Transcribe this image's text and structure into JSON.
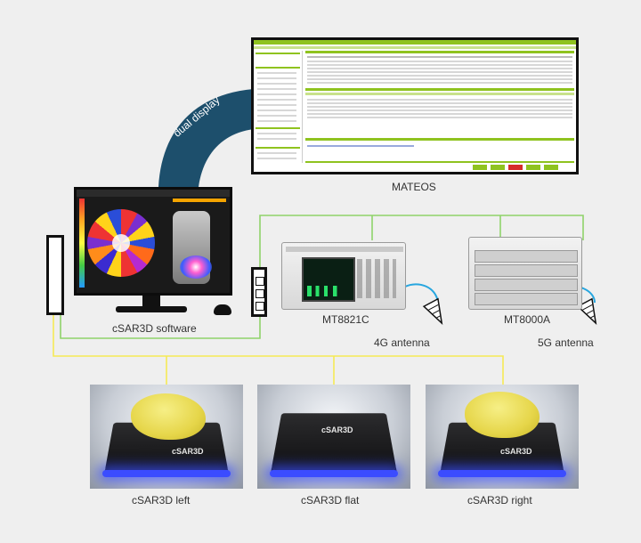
{
  "mateos": {
    "label": "MATEOS"
  },
  "dual_display": {
    "label": "dual display"
  },
  "software": {
    "label": "cSAR3D software"
  },
  "instrument_4g": {
    "label": "MT8821C",
    "antenna_label": "4G antenna"
  },
  "instrument_5g": {
    "label": "MT8000A",
    "antenna_label": "5G antenna"
  },
  "phantoms": [
    {
      "label": "cSAR3D left",
      "brand": "cSAR3D"
    },
    {
      "label": "cSAR3D flat",
      "brand": "cSAR3D"
    },
    {
      "label": "cSAR3D right",
      "brand": "cSAR3D"
    }
  ],
  "colors": {
    "green_cable": "#8fd36a",
    "yellow_cable": "#f5ea55",
    "arc_dark": "#1d4f6c",
    "accent_green": "#8fc31f",
    "blue_led": "#3b4cff"
  }
}
